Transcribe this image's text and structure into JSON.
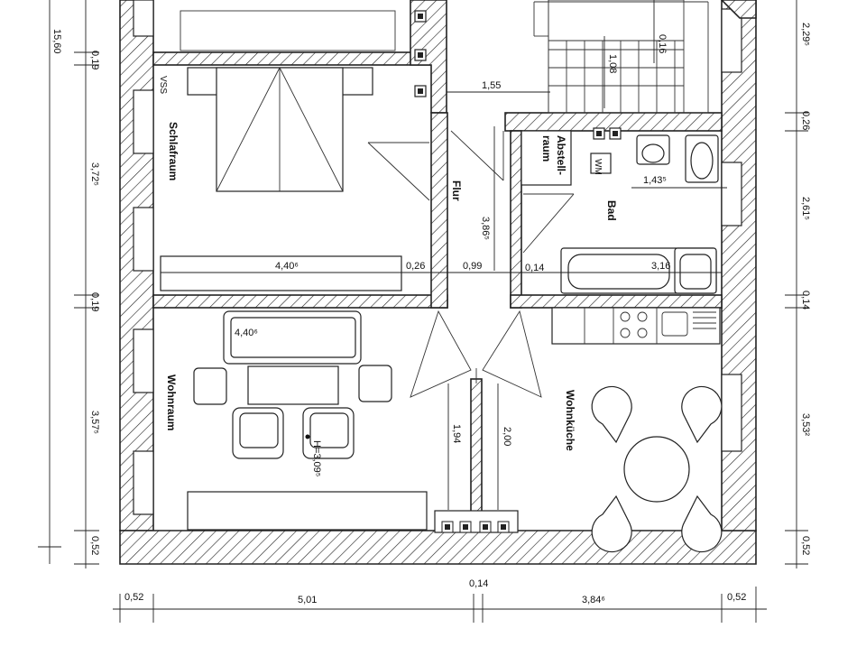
{
  "rooms": {
    "schlafraum": "Schlafraum",
    "wohnraum": "Wohnraum",
    "flur": "Flur",
    "abstellraum_line1": "Abstell-",
    "abstellraum_line2": "raum",
    "bad": "Bad",
    "wohnkueche": "Wohnküche"
  },
  "fixtures": {
    "wm": "WM",
    "vss": "VSS"
  },
  "dimensions": {
    "bottom": [
      "0,52",
      "5,01",
      "0,14",
      "3,84⁶",
      "0,52"
    ],
    "left": [
      "15,60",
      "0,19",
      "3,72⁵",
      "0,19",
      "3,57⁵",
      "0,52"
    ],
    "right": [
      "2,29⁵",
      "0,26",
      "2,61⁵",
      "0,14",
      "3,53²",
      "0,52"
    ],
    "interior": {
      "stair_width": "1,55",
      "step_a": "1,08",
      "step_b": "0,16",
      "bath_width": "1,43⁵",
      "flur_length": "3,86⁵",
      "schlaf_width": "4,40⁶",
      "wall_026": "0,26",
      "flur_width": "0,99",
      "wall_014": "0,14",
      "bath_depth": "3,16",
      "wohn_width": "4,40⁶",
      "height": "H=3,09⁵",
      "door_left": "1,94",
      "door_right": "2,00"
    }
  }
}
